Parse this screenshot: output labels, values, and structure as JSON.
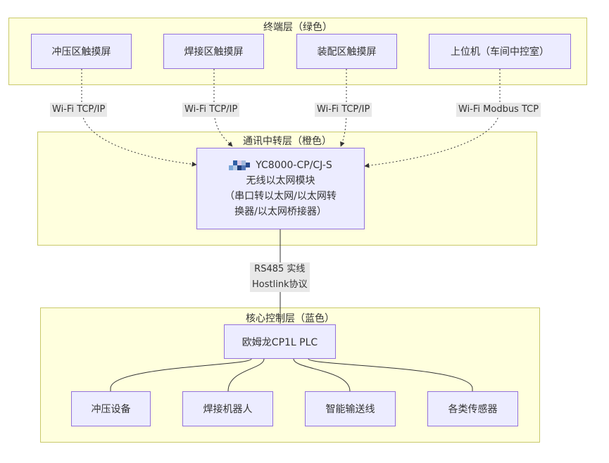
{
  "layers": {
    "terminal": {
      "title": "终端层（绿色）"
    },
    "comm": {
      "title": "通讯中转层（橙色）"
    },
    "core": {
      "title": "核心控制层（蓝色）"
    }
  },
  "nodes": {
    "stamping_touch": "冲压区触摸屏",
    "welding_touch": "焊接区触摸屏",
    "assembly_touch": "装配区触摸屏",
    "host_pc": "上位机（车间中控室）",
    "hub_line1": "YC8000-CP/CJ-S",
    "hub_line2": "无线以太网模块",
    "hub_line3": "（串口转以太网/以太网转",
    "hub_line4": "换器/以太网桥接器）",
    "plc": "欧姆龙CP1L PLC",
    "stamping_equipment": "冲压设备",
    "welding_robot": "焊接机器人",
    "smart_conveyor": "智能输送线",
    "sensors": "各类传感器"
  },
  "edge_labels": {
    "stamping_link": "Wi-Fi TCP/IP",
    "welding_link": "Wi-Fi TCP/IP",
    "assembly_link": "Wi-Fi TCP/IP",
    "host_link": "Wi-Fi Modbus TCP",
    "serial_line1": "RS485 实线",
    "serial_line2": "Hostlink协议"
  },
  "colors": {
    "layer_fill": "#ffffde",
    "layer_border": "#c9c96a",
    "node_fill": "#ececff",
    "node_border": "#9370db",
    "edge": "#333333"
  }
}
